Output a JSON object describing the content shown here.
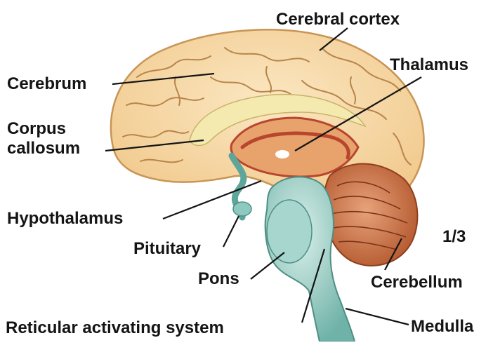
{
  "labels": {
    "cerebral_cortex": "Cerebral cortex",
    "thalamus": "Thalamus",
    "cerebrum": "Cerebrum",
    "corpus_callosum": "Corpus\ncallosum",
    "hypothalamus": "Hypothalamus",
    "pituitary": "Pituitary",
    "pons": "Pons",
    "cerebellum": "Cerebellum",
    "reticular_activating_system": "Reticular activating system",
    "medulla": "Medulla"
  },
  "page_indicator": "1/3",
  "colors": {
    "cortex": "#f6d9a6",
    "cortex_outline": "#c89556",
    "sulci": "#b8844a",
    "corpus_callosum": "#f4eab0",
    "thalamus_region": "#b8452e",
    "brainstem": "#8ec9c0",
    "cerebellum": "#c8653a",
    "leader_lines": "#141414"
  }
}
